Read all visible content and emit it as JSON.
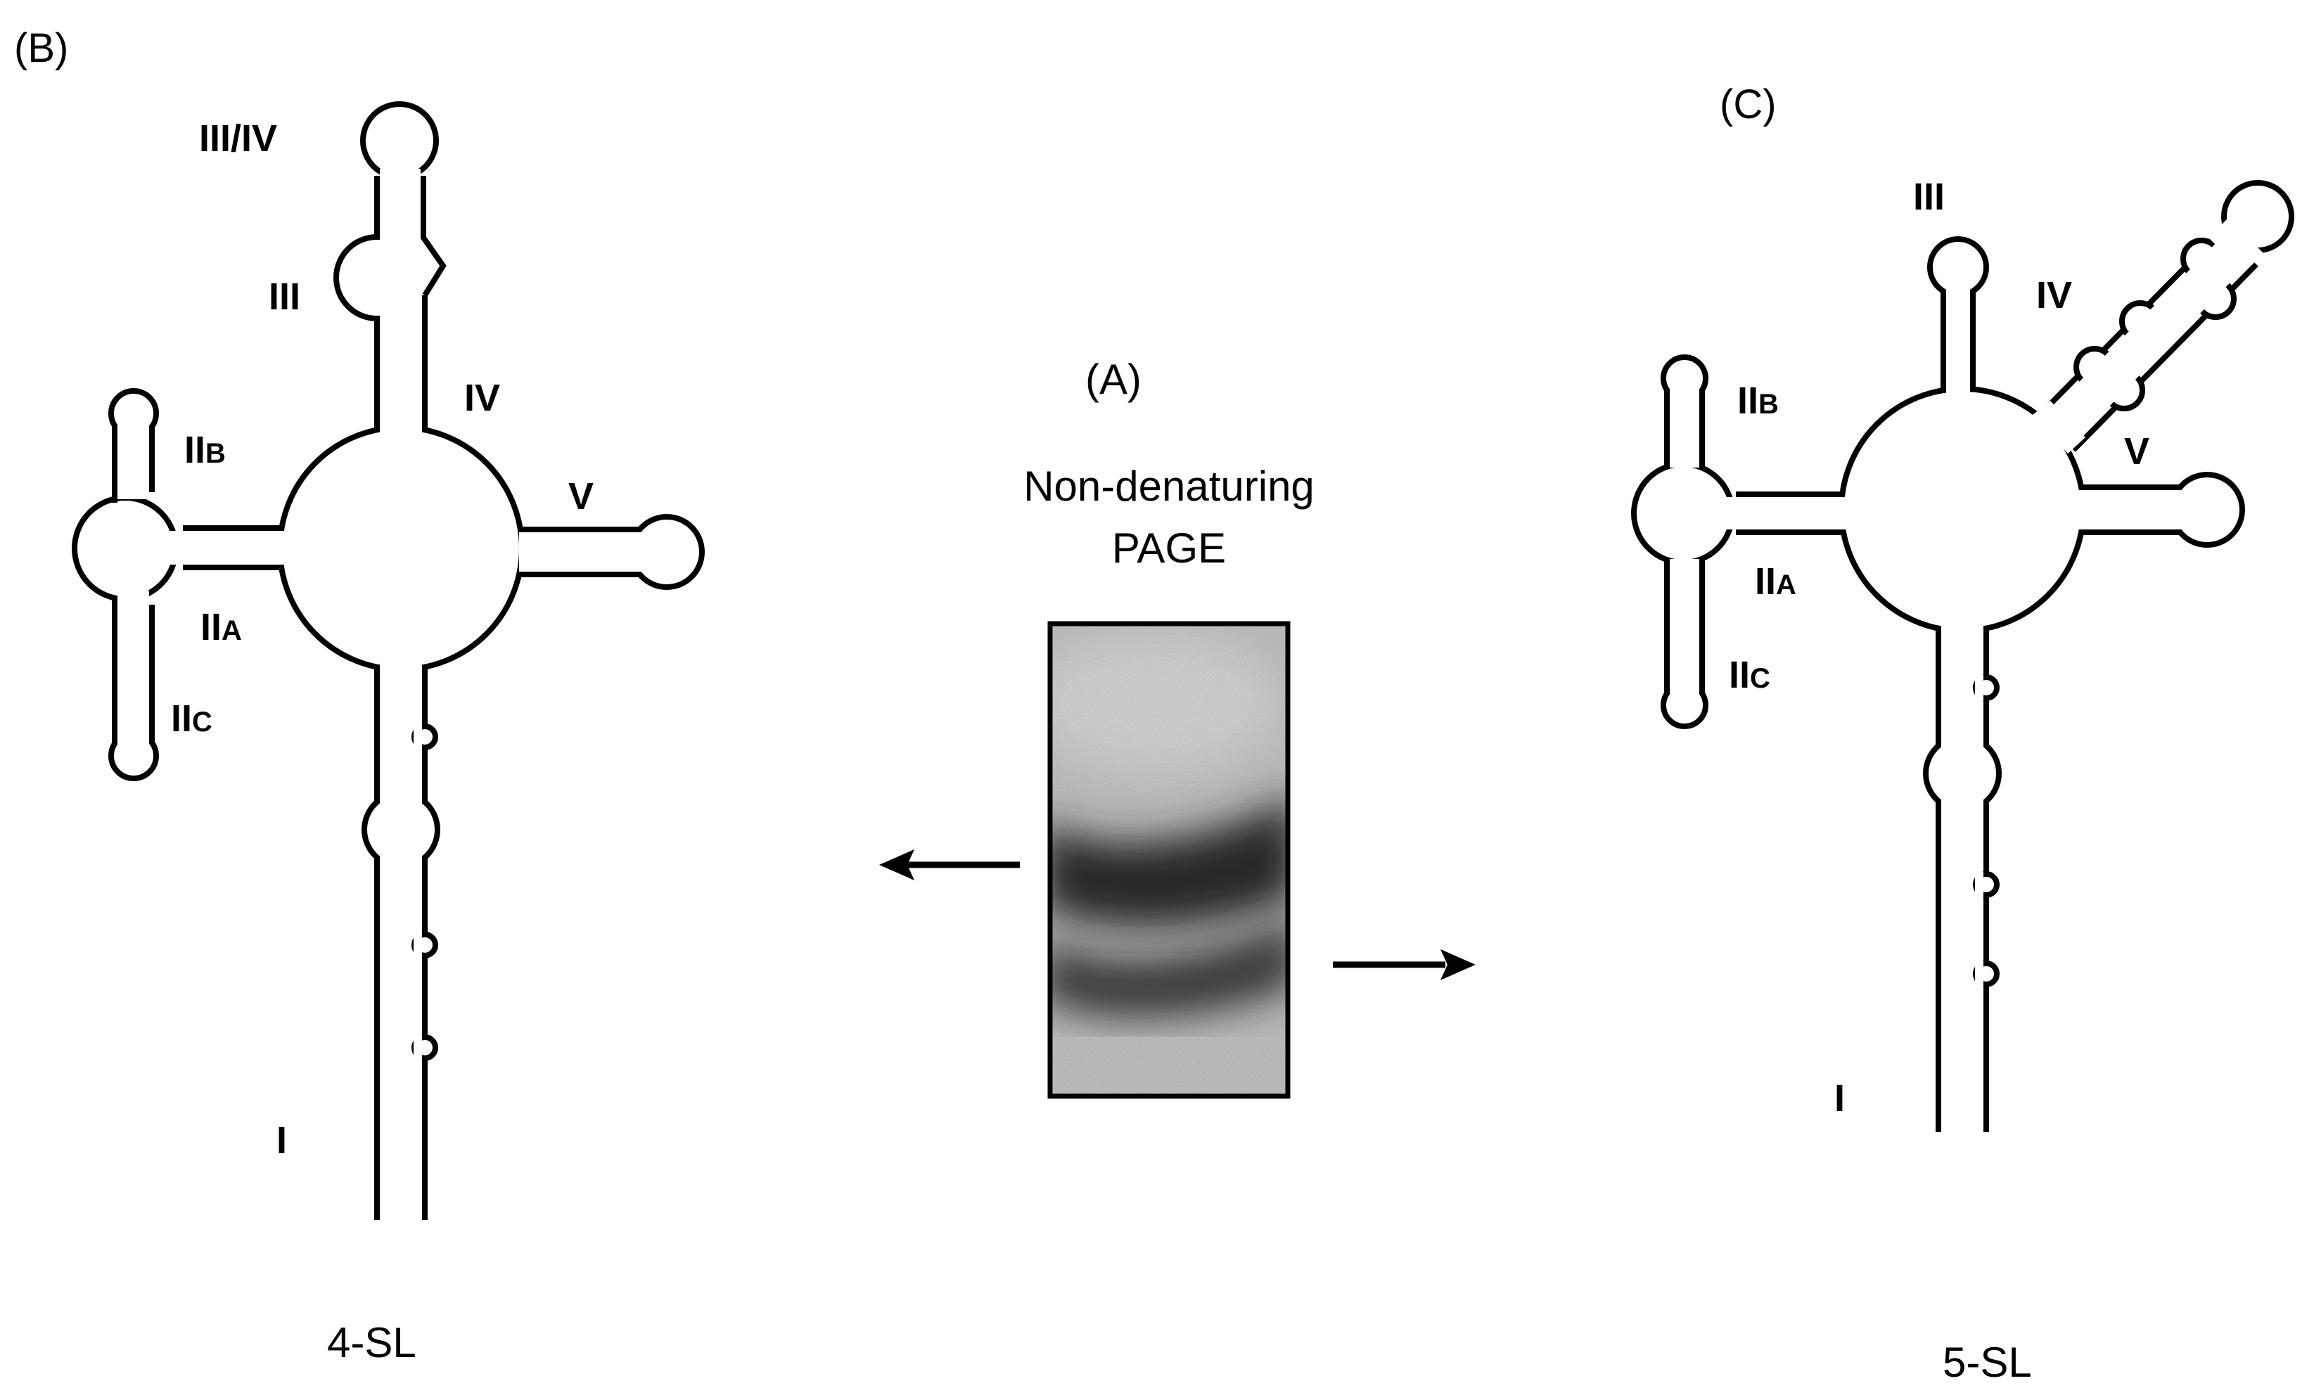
{
  "panels": {
    "a": {
      "letter": "(A)",
      "method_line1": "Non-denaturing",
      "method_line2": "PAGE"
    },
    "b": {
      "letter": "(B)",
      "name": "4-SL",
      "stems": {
        "i": "I",
        "iia": "II",
        "iia_sub": "A",
        "iib": "II",
        "iib_sub": "B",
        "iic": "II",
        "iic_sub": "C",
        "iii": "III",
        "iii_iv": "III/IV",
        "iv": "IV",
        "v": "V"
      }
    },
    "c": {
      "letter": "(C)",
      "name": "5-SL",
      "stems": {
        "i": "I",
        "iia": "II",
        "iia_sub": "A",
        "iib": "II",
        "iib_sub": "B",
        "iic": "II",
        "iic_sub": "C",
        "iii": "III",
        "iv": "IV",
        "v": "V"
      }
    }
  },
  "colors": {
    "ink": "#000000",
    "background": "#ffffff",
    "gel_background": "#c9c9c9",
    "gel_band": "#2a2a2a"
  }
}
